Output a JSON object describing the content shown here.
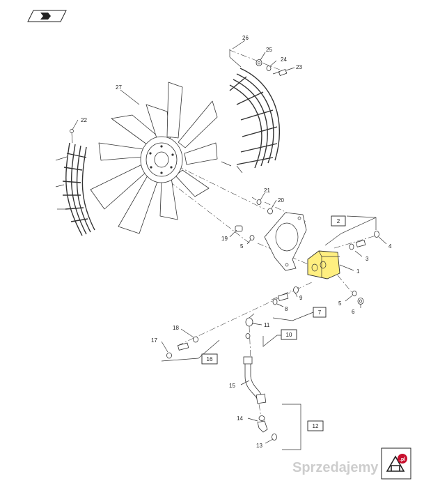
{
  "callouts": [
    {
      "id": "c1",
      "text": "1"
    },
    {
      "id": "c3",
      "text": "3"
    },
    {
      "id": "c4",
      "text": "4"
    },
    {
      "id": "c5a",
      "text": "5"
    },
    {
      "id": "c5b",
      "text": "5"
    },
    {
      "id": "c6",
      "text": "6"
    },
    {
      "id": "c8",
      "text": "8"
    },
    {
      "id": "c9",
      "text": "9"
    },
    {
      "id": "c11",
      "text": "11"
    },
    {
      "id": "c13",
      "text": "13"
    },
    {
      "id": "c14",
      "text": "14"
    },
    {
      "id": "c15",
      "text": "15"
    },
    {
      "id": "c17",
      "text": "17"
    },
    {
      "id": "c18",
      "text": "18"
    },
    {
      "id": "c19",
      "text": "19"
    },
    {
      "id": "c20",
      "text": "20"
    },
    {
      "id": "c21",
      "text": "21"
    },
    {
      "id": "c22",
      "text": "22"
    },
    {
      "id": "c23",
      "text": "23"
    },
    {
      "id": "c24",
      "text": "24"
    },
    {
      "id": "c25",
      "text": "25"
    },
    {
      "id": "c26",
      "text": "26"
    },
    {
      "id": "c27",
      "text": "27"
    }
  ],
  "group_boxes": [
    {
      "id": "g2",
      "text": "2"
    },
    {
      "id": "g7",
      "text": "7"
    },
    {
      "id": "g10",
      "text": "10"
    },
    {
      "id": "g12",
      "text": "12"
    },
    {
      "id": "g16",
      "text": "16"
    }
  ],
  "highlight_color": "#ffef80",
  "watermark": {
    "text": "Sprzedajemy",
    "badge": ".pl"
  },
  "icons": {
    "header": "page-flip-icon",
    "corner": "page-return-icon"
  }
}
